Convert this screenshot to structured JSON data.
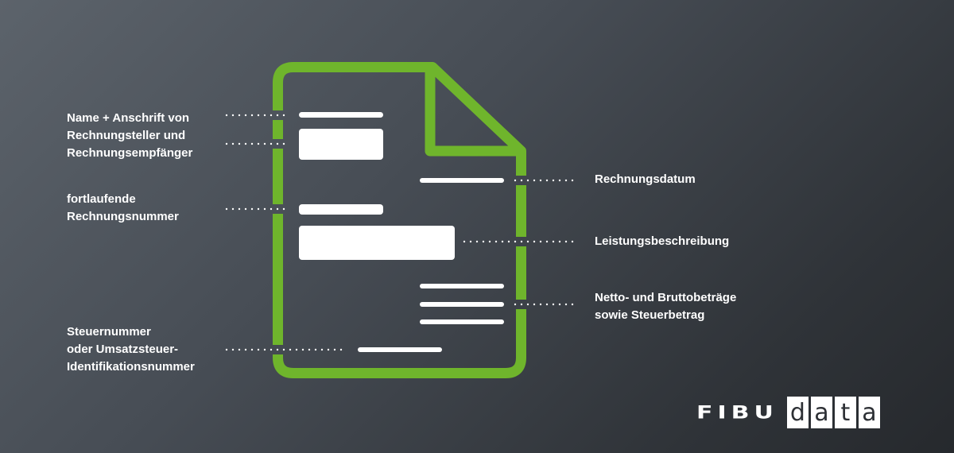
{
  "labels": {
    "left": [
      "Name + Anschrift von\nRechnungsteller und\nRechnungsempfänger",
      "fortlaufende\nRechnungsnummer",
      "Steuernummer\noder Umsatzsteuer-\nIdentifikationsnummer"
    ],
    "right": [
      "Rechnungsdatum",
      "Leistungsbeschreibung",
      "Netto- und Bruttobeträge\nsowie Steuerbetrag"
    ]
  },
  "logo": {
    "part1": "FIBU",
    "part2": [
      "d",
      "a",
      "t",
      "a"
    ]
  },
  "colors": {
    "accent": "#6fb52c",
    "text": "#ffffff"
  }
}
